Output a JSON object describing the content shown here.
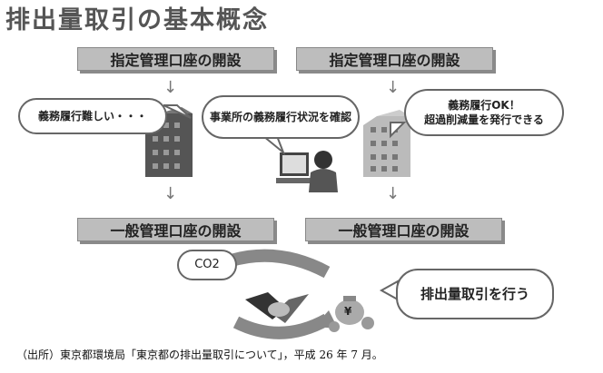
{
  "title": "排出量取引の基本概念",
  "top_left_box": "指定管理口座の開設",
  "top_right_box": "指定管理口座の開設",
  "bottom_left_box": "一般管理口座の開設",
  "bottom_right_box": "一般管理口座の開設",
  "bubble_left": "義務履行難しい・・・",
  "bubble_center": "事業所の義務履行状況を確認",
  "bubble_right_line1": "義務履行OK！",
  "bubble_right_line2": "超過削減量を発行できる",
  "co2_label": "CO2",
  "bubble_trade": "排出量取引を行う",
  "yen_symbol": "¥",
  "arrow_glyph": "↓",
  "source": "（出所）東京都環境局「東京都の排出量取引について」，平成 26 年 7 月。"
}
